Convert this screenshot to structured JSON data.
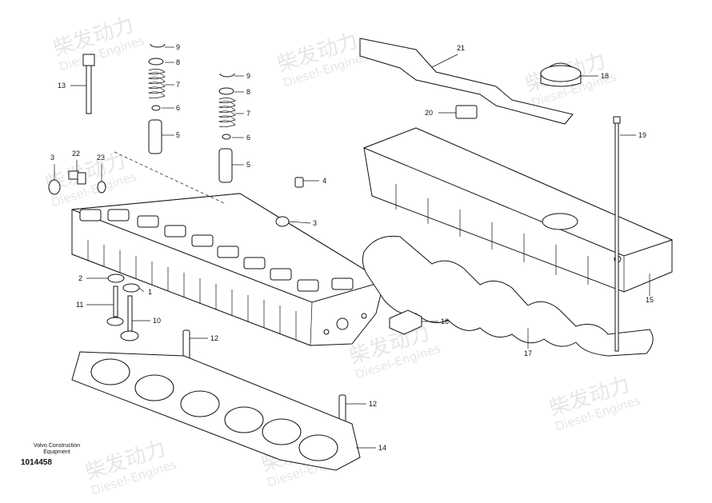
{
  "watermark": {
    "brand_cn": "柴发动力",
    "brand_en": "Diesel-Engines"
  },
  "caption": {
    "maker": "Volvo Construction Equipment",
    "drawing_number": "1014458"
  },
  "callouts": {
    "c1": "1",
    "c2": "2",
    "c3a": "3",
    "c3b": "3",
    "c4": "4",
    "c5a": "5",
    "c5b": "5",
    "c6a": "6",
    "c6b": "6",
    "c7a": "7",
    "c7b": "7",
    "c8a": "8",
    "c8b": "8",
    "c9a": "9",
    "c9b": "9",
    "c10": "10",
    "c11": "11",
    "c12a": "12",
    "c12b": "12",
    "c13": "13",
    "c14": "14",
    "c15": "15",
    "c16": "16",
    "c17": "17",
    "c18": "18",
    "c19": "19",
    "c20": "20",
    "c21": "21",
    "c22": "22",
    "c23": "23"
  }
}
